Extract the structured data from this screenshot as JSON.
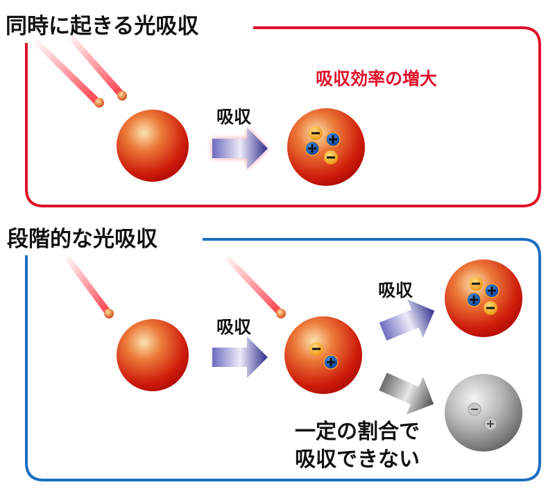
{
  "top_panel": {
    "title": "同時に起きる光吸収",
    "highlight": "吸収効率の増大",
    "arrow_label": "吸収",
    "border_color": "#e0102a",
    "highlight_color": "#e0102a"
  },
  "bottom_panel": {
    "title": "段階的な光吸収",
    "arrow_label_1": "吸収",
    "arrow_label_2": "吸収",
    "fail_text_line1": "一定の割合で",
    "fail_text_line2": "吸収できない",
    "border_color": "#1a6ec0"
  },
  "charges": {
    "minus": "−",
    "plus": "+"
  }
}
